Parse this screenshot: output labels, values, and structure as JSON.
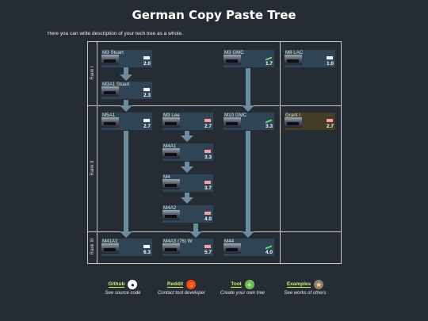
{
  "header": {
    "title": "German Copy Paste Tree",
    "description": "Here you can write description of your tech tree as a whole."
  },
  "ranks": [
    "Rank I",
    "Rank II",
    "Rank III"
  ],
  "vehicles": {
    "m3_stuart": {
      "name": "M3 Stuart",
      "br": "2.0"
    },
    "m3a1_stuart": {
      "name": "M3A1 Stuart",
      "br": "2.3"
    },
    "m3_gmc": {
      "name": "M3 GMC",
      "br": "1.7"
    },
    "m8_lac": {
      "name": "M8 LAC",
      "br": "1.0"
    },
    "m5a1": {
      "name": "M5A1",
      "br": "2.7"
    },
    "m3_lee": {
      "name": "M3 Lee",
      "br": "2.7"
    },
    "m10_gmc": {
      "name": "M10 GMC",
      "br": "3.3"
    },
    "grant_i": {
      "name": "Grant I",
      "br": "2.7"
    },
    "m4a1": {
      "name": "M4A1",
      "br": "3.3"
    },
    "m4": {
      "name": "M4",
      "br": "3.7"
    },
    "m4a2": {
      "name": "M4A2",
      "br": "4.0"
    },
    "m41a1": {
      "name": "M41A1",
      "br": "6.3"
    },
    "m4a3_76w": {
      "name": "M4A3 (76) W",
      "br": "5.7"
    },
    "m44": {
      "name": "M44",
      "br": "4.0"
    }
  },
  "footer": [
    {
      "label": "Github",
      "caption": "See source code",
      "icon": "github-icon",
      "color": "#ffffff"
    },
    {
      "label": "Reddit",
      "caption": "Contact tool developer",
      "icon": "reddit-icon",
      "color": "#ff4500"
    },
    {
      "label": "Tool",
      "caption": "Create your own tree",
      "icon": "plus-icon",
      "color": "#6cc04a"
    },
    {
      "label": "Examples",
      "caption": "See works of others",
      "icon": "badge-icon",
      "color": "#8a7f72"
    }
  ]
}
